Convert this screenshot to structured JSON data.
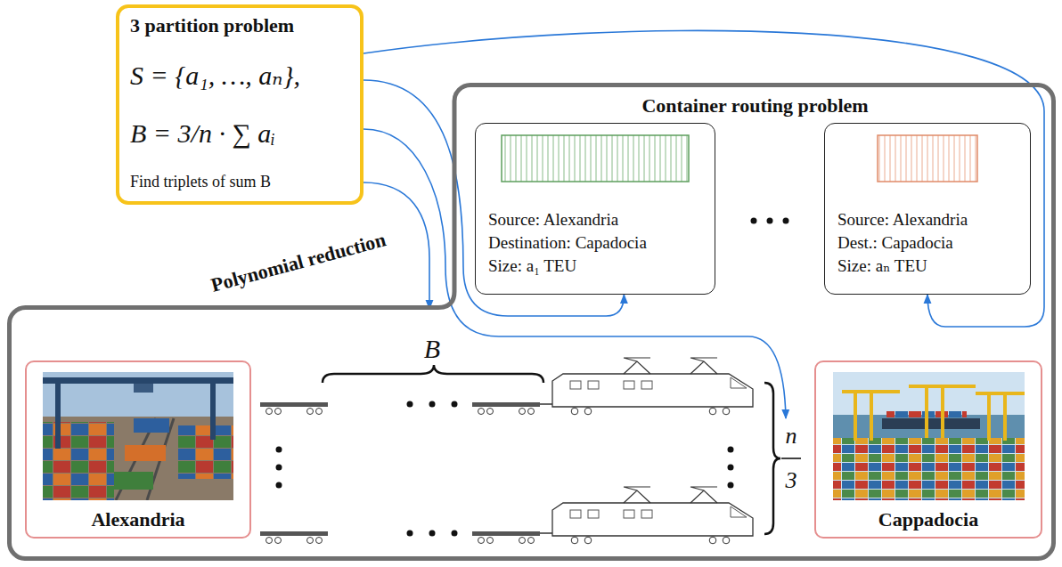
{
  "diagram": {
    "nodes": [
      {
        "text": [
          "3 partition problem",
          "S = {a₁, …, aₙ},",
          "B = 3/n · ∑ aᵢ",
          "Find triplets of sum B"
        ]
      },
      {
        "text": [
          "Container routing problem"
        ]
      },
      {
        "text": [
          "Source: Alexandria",
          "Destination: Capadocia",
          "Size: a₁ TEU"
        ],
        "in": 1
      },
      {
        "text": [
          "Source: Alexandria",
          "Dest.: Capadocia",
          "Size: aₙ TEU"
        ],
        "in": 1
      },
      {
        "text": [
          "Alexandria"
        ],
        "in": 1
      },
      {
        "text": [
          "Cappadocia"
        ],
        "in": 1
      }
    ],
    "edges": [
      {
        "from": 0,
        "to": 2,
        "arrow": "to"
      },
      {
        "from": 0,
        "to": 3,
        "arrow": "to"
      },
      {
        "from": 0,
        "to": 1,
        "arrow": "to"
      },
      {
        "from": 0,
        "to": 1,
        "arrow": "to"
      }
    ],
    "labels": [
      "Polynomial reduction",
      "B",
      "n",
      "3"
    ]
  }
}
